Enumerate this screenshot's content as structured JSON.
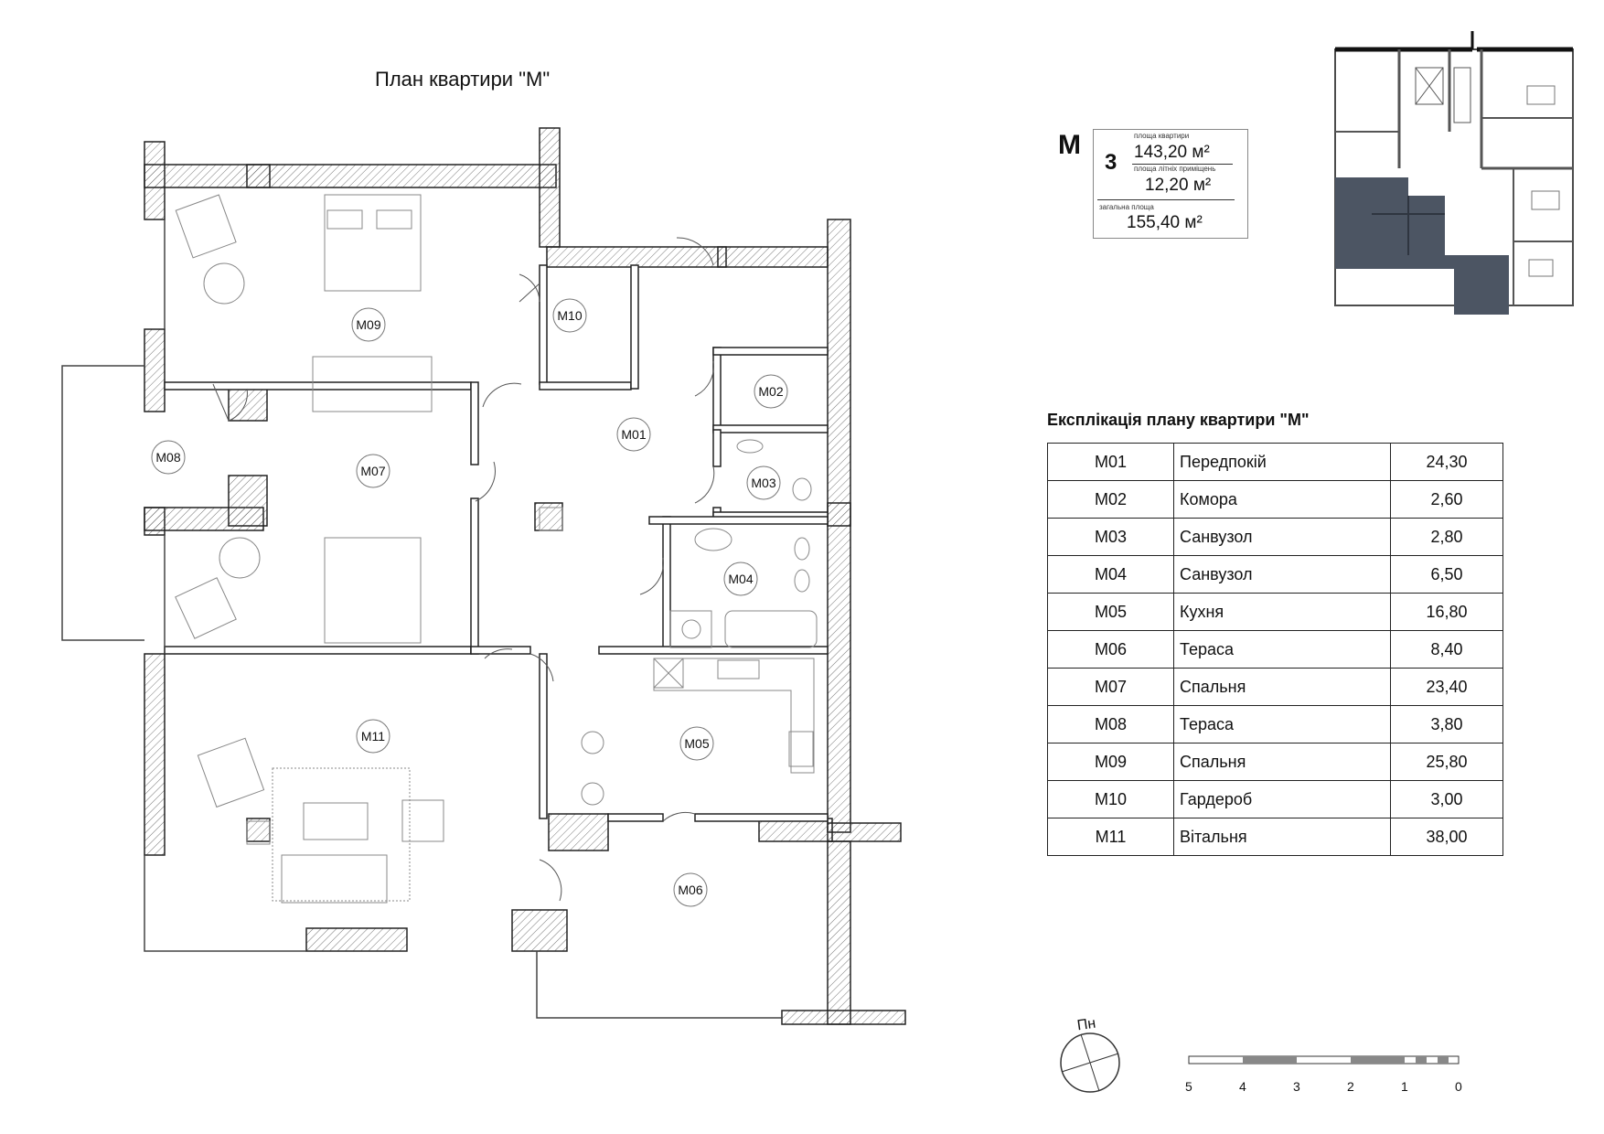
{
  "plan_title": "План квартири \"М\"",
  "unit": {
    "letter": "М",
    "floor": "3",
    "apartment_area_caption": "площа квартири",
    "apartment_area": "143,20 м²",
    "summer_area_caption": "площа літніх приміщень",
    "summer_area": "12,20 м²",
    "total_area_caption": "загальна площа",
    "total_area": "155,40 м²"
  },
  "explication": {
    "title": "Експлікація плану квартири \"М\"",
    "rows": [
      {
        "id": "М01",
        "name": "Передпокій",
        "area": "24,30"
      },
      {
        "id": "М02",
        "name": "Комора",
        "area": "2,60"
      },
      {
        "id": "М03",
        "name": "Санвузол",
        "area": "2,80"
      },
      {
        "id": "М04",
        "name": "Санвузол",
        "area": "6,50"
      },
      {
        "id": "М05",
        "name": "Кухня",
        "area": "16,80"
      },
      {
        "id": "М06",
        "name": "Тераса",
        "area": "8,40"
      },
      {
        "id": "М07",
        "name": "Спальня",
        "area": "23,40"
      },
      {
        "id": "М08",
        "name": "Тераса",
        "area": "3,80"
      },
      {
        "id": "М09",
        "name": "Спальня",
        "area": "25,80"
      },
      {
        "id": "М10",
        "name": "Гардероб",
        "area": "3,00"
      },
      {
        "id": "М11",
        "name": "Вітальня",
        "area": "38,00"
      }
    ]
  },
  "room_labels": [
    "М01",
    "М02",
    "М03",
    "М04",
    "М05",
    "М06",
    "М07",
    "М08",
    "М09",
    "М10",
    "М11"
  ],
  "compass_label": "Пн",
  "scale_labels": [
    "5",
    "4",
    "3",
    "2",
    "1",
    "0"
  ],
  "colors": {
    "wall_fill": "#ffffff",
    "wall_stroke": "#222222",
    "highlight": "#4c5563",
    "line": "#333333"
  }
}
